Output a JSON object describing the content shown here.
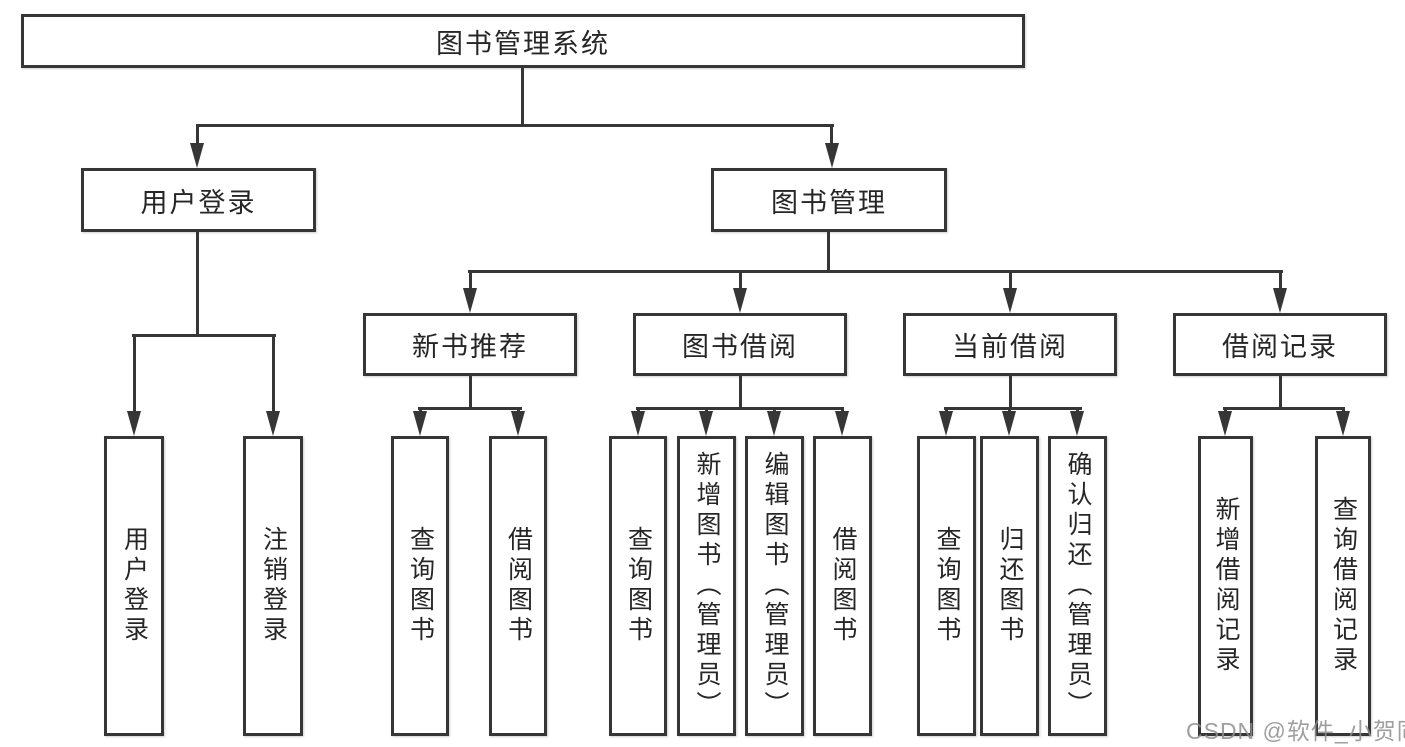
{
  "tree": {
    "root": "图书管理系统",
    "branches": [
      {
        "label": "用户登录",
        "children": [
          "用户登录",
          "注销登录"
        ]
      },
      {
        "label": "图书管理",
        "children": [
          {
            "label": "新书推荐",
            "children": [
              "查询图书",
              "借阅图书"
            ]
          },
          {
            "label": "图书借阅",
            "children": [
              "查询图书",
              "新增图书（管理员）",
              "编辑图书（管理员）",
              "借阅图书"
            ]
          },
          {
            "label": "当前借阅",
            "children": [
              "查询图书",
              "归还图书",
              "确认归还（管理员）"
            ]
          },
          {
            "label": "借阅记录",
            "children": [
              "新增借阅记录",
              "查询借阅记录"
            ]
          }
        ]
      }
    ]
  },
  "watermark": "CSDN @软件_小贺同学",
  "colors": {
    "line": "#363636",
    "text": "#262626",
    "watermark": "#8f8f8f",
    "background": "#ffffff"
  }
}
